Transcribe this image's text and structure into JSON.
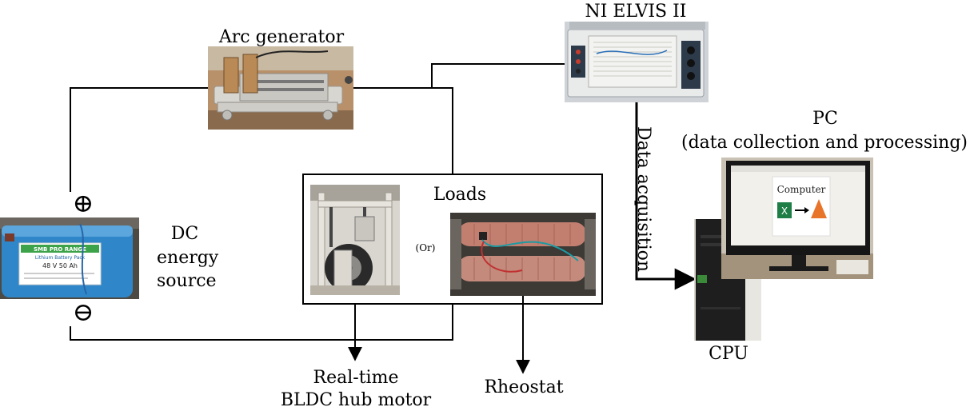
{
  "labels": {
    "arc_generator": "Arc generator",
    "ni_elvis": "NI ELVIS II",
    "pc_title": "PC",
    "pc_subtitle": "(data collection and processing)",
    "data_acquisition": "Data acquisition",
    "dc_line1": "DC",
    "dc_line2": "energy",
    "dc_line3": "source",
    "loads": "Loads",
    "or": "(Or)",
    "cpu": "CPU",
    "motor_line1": "Real-time",
    "motor_line2": "BLDC hub motor",
    "rheostat": "Rheostat"
  },
  "symbols": {
    "plus": "⊕",
    "minus": "⊖"
  },
  "photo_text": {
    "battery_brand": "SMB PRO RANGE",
    "battery_type": "Lithium Battery Pack",
    "battery_rating": "48 V   50 Ah",
    "screen_word": "Computer"
  },
  "colors": {
    "battery_blue": "#2f86c9",
    "wire": "#000000",
    "excel_green": "#1e7e45",
    "matlab_orange": "#e8742a"
  }
}
